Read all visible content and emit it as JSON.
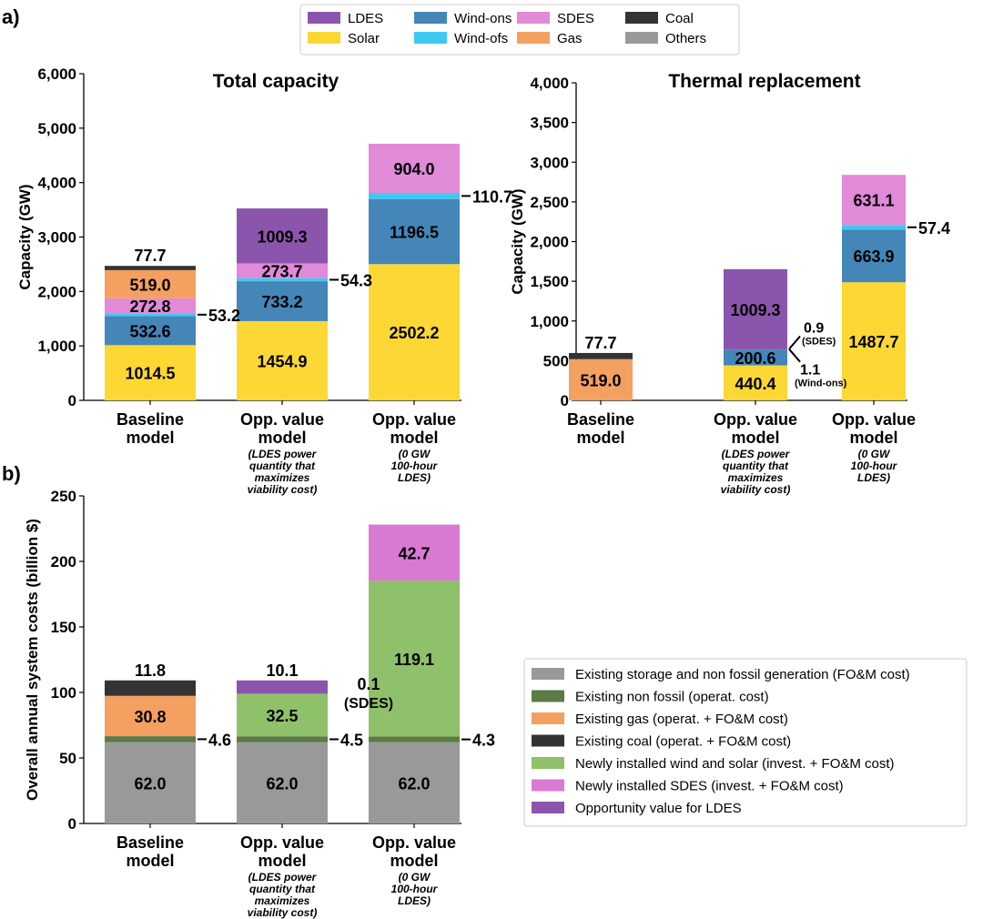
{
  "panel_labels": {
    "a": "a)",
    "b": "b)"
  },
  "legend_top": [
    {
      "name": "LDES",
      "color": "#8c55ad"
    },
    {
      "name": "Solar",
      "color": "#fdd835"
    },
    {
      "name": "Wind-ons",
      "color": "#4486b8"
    },
    {
      "name": "Wind-ofs",
      "color": "#3fc8f2"
    },
    {
      "name": "SDES",
      "color": "#e08ad8"
    },
    {
      "name": "Gas",
      "color": "#f4a060"
    },
    {
      "name": "Coal",
      "color": "#333333"
    },
    {
      "name": "Others",
      "color": "#999999"
    }
  ],
  "legend_bottom": [
    {
      "name": "Existing storage and non fossil generation (FO&M cost)",
      "color": "#999999"
    },
    {
      "name": "Existing non fossil (operat. cost)",
      "color": "#5b7a45"
    },
    {
      "name": "Existing gas (operat. + FO&M cost)",
      "color": "#f4a060"
    },
    {
      "name": "Existing coal (operat. + FO&M cost)",
      "color": "#333333"
    },
    {
      "name": "Newly installed wind and solar (invest. + FO&M cost)",
      "color": "#8fc06a"
    },
    {
      "name": "Newly installed SDES (invest. + FO&M cost)",
      "color": "#d97ad2"
    },
    {
      "name": "Opportunity value for LDES",
      "color": "#8c55ad"
    }
  ],
  "chart_data": [
    {
      "type": "bar",
      "stacked": true,
      "title": "Total capacity",
      "ylabel": "Capacity (GW)",
      "ylim": [
        0,
        6000
      ],
      "yticks": [
        0,
        1000,
        2000,
        3000,
        4000,
        5000,
        6000
      ],
      "ytick_labels": [
        "0",
        "1,000",
        "2,000",
        "3,000",
        "4,000",
        "5,000",
        "6,000"
      ],
      "categories": [
        "Baseline model",
        "Opp. value model",
        "Opp. value model"
      ],
      "category_lines": [
        [
          "Baseline",
          "model"
        ],
        [
          "Opp. value",
          "model"
        ],
        [
          "Opp. value",
          "model"
        ]
      ],
      "category_notes": [
        [],
        [
          "(LDES power",
          "quantity that",
          "maximizes",
          "viability cost)"
        ],
        [
          "(0 GW",
          "100-hour",
          "LDES)"
        ]
      ],
      "series": [
        {
          "name": "Solar",
          "color": "#fdd835",
          "values": [
            1014.5,
            1454.9,
            2502.2
          ],
          "labels": [
            "1014.5",
            "1454.9",
            "2502.2"
          ]
        },
        {
          "name": "Wind-ons",
          "color": "#4486b8",
          "values": [
            532.6,
            733.2,
            1196.5
          ],
          "labels": [
            "532.6",
            "733.2",
            "1196.5"
          ]
        },
        {
          "name": "Wind-ofs",
          "color": "#3fc8f2",
          "values": [
            53.2,
            54.3,
            110.7
          ],
          "labels": [
            "",
            "",
            ""
          ]
        },
        {
          "name": "SDES",
          "color": "#e08ad8",
          "values": [
            272.8,
            273.7,
            904.0
          ],
          "labels": [
            "272.8",
            "273.7",
            "904.0"
          ]
        },
        {
          "name": "Gas",
          "color": "#f4a060",
          "values": [
            519.0,
            0,
            0
          ],
          "labels": [
            "519.0",
            "",
            ""
          ]
        },
        {
          "name": "Coal",
          "color": "#333333",
          "values": [
            77.7,
            0,
            0
          ],
          "labels": [
            "",
            "",
            ""
          ]
        },
        {
          "name": "LDES",
          "color": "#8c55ad",
          "values": [
            0,
            1009.3,
            0
          ],
          "labels": [
            "",
            "1009.3",
            ""
          ]
        }
      ],
      "annotations": [
        {
          "text": "77.7",
          "bar": 0,
          "series": "Coal",
          "pos": "above"
        },
        {
          "text": "53.2",
          "bar": 0,
          "series": "Wind-ofs",
          "pos": "side"
        },
        {
          "text": "54.3",
          "bar": 1,
          "series": "Wind-ofs",
          "pos": "side"
        },
        {
          "text": "110.7",
          "bar": 2,
          "series": "Wind-ofs",
          "pos": "side"
        }
      ]
    },
    {
      "type": "bar",
      "stacked": true,
      "title": "Thermal replacement",
      "ylabel": "Capacity (GW)",
      "ylim": [
        0,
        4000
      ],
      "yticks": [
        0,
        500,
        1000,
        1500,
        2000,
        2500,
        3000,
        3500,
        4000
      ],
      "ytick_labels": [
        "0",
        "500",
        "1,000",
        "1,500",
        "2,000",
        "2,500",
        "3,000",
        "3,500",
        "4,000"
      ],
      "categories": [
        "Baseline model",
        "Opp. value model",
        "Opp. value model"
      ],
      "category_lines": [
        [
          "Baseline",
          "model"
        ],
        [
          "Opp. value",
          "model"
        ],
        [
          "Opp. value",
          "model"
        ]
      ],
      "category_notes": [
        [],
        [
          "(LDES power",
          "quantity that",
          "maximizes",
          "viability cost)"
        ],
        [
          "(0 GW",
          "100-hour",
          "LDES)"
        ]
      ],
      "series": [
        {
          "name": "Solar",
          "color": "#fdd835",
          "values": [
            0,
            440.4,
            1487.7
          ],
          "labels": [
            "",
            "440.4",
            "1487.7"
          ]
        },
        {
          "name": "Wind-ons",
          "color": "#4486b8",
          "values": [
            0,
            200.6,
            663.9
          ],
          "labels": [
            "",
            "200.6",
            "663.9"
          ]
        },
        {
          "name": "Wind-ofs",
          "color": "#3fc8f2",
          "values": [
            0,
            1.1,
            57.4
          ],
          "labels": [
            "",
            "",
            ""
          ]
        },
        {
          "name": "SDES",
          "color": "#e08ad8",
          "values": [
            0,
            0.9,
            631.1
          ],
          "labels": [
            "",
            "",
            "631.1"
          ]
        },
        {
          "name": "Gas",
          "color": "#f4a060",
          "values": [
            519.0,
            0,
            0
          ],
          "labels": [
            "519.0",
            "",
            ""
          ]
        },
        {
          "name": "Coal",
          "color": "#333333",
          "values": [
            77.7,
            0,
            0
          ],
          "labels": [
            "",
            "",
            ""
          ]
        },
        {
          "name": "LDES",
          "color": "#8c55ad",
          "values": [
            0,
            1009.3,
            0
          ],
          "labels": [
            "",
            "1009.3",
            ""
          ]
        }
      ],
      "annotations": [
        {
          "text": "77.7",
          "bar": 0,
          "series": "Coal",
          "pos": "above"
        },
        {
          "text": "57.4",
          "bar": 2,
          "series": "Wind-ofs",
          "pos": "side"
        },
        {
          "text": "0.9",
          "sub": "(SDES)",
          "bar": 1,
          "series": "SDES",
          "pos": "branch-up"
        },
        {
          "text": "1.1",
          "sub": "(Wind-ons)",
          "bar": 1,
          "series": "Wind-ofs",
          "pos": "branch-down"
        }
      ]
    },
    {
      "type": "bar",
      "stacked": true,
      "title": "",
      "ylabel": "Overall annual system costs (billion $)",
      "ylim": [
        0,
        250
      ],
      "yticks": [
        0,
        50,
        100,
        150,
        200,
        250
      ],
      "ytick_labels": [
        "0",
        "50",
        "100",
        "150",
        "200",
        "250"
      ],
      "categories": [
        "Baseline model",
        "Opp. value model",
        "Opp. value model"
      ],
      "category_lines": [
        [
          "Baseline",
          "model"
        ],
        [
          "Opp. value",
          "model"
        ],
        [
          "Opp. value",
          "model"
        ]
      ],
      "category_notes": [
        [],
        [
          "(LDES power",
          "quantity that",
          "maximizes",
          "viability cost)"
        ],
        [
          "(0 GW",
          "100-hour",
          "LDES)"
        ]
      ],
      "series": [
        {
          "name": "Existing storage and non fossil generation (FO&M cost)",
          "color": "#999999",
          "values": [
            62.0,
            62.0,
            62.0
          ],
          "labels": [
            "62.0",
            "62.0",
            "62.0"
          ]
        },
        {
          "name": "Existing non fossil (operat. cost)",
          "color": "#5b7a45",
          "values": [
            4.6,
            4.5,
            4.3
          ],
          "labels": [
            "",
            "",
            ""
          ]
        },
        {
          "name": "Existing gas (operat. + FO&M cost)",
          "color": "#f4a060",
          "values": [
            30.8,
            0,
            0
          ],
          "labels": [
            "30.8",
            "",
            ""
          ]
        },
        {
          "name": "Existing coal (operat. + FO&M cost)",
          "color": "#333333",
          "values": [
            11.8,
            0,
            0
          ],
          "labels": [
            "",
            "",
            ""
          ]
        },
        {
          "name": "Newly installed wind and solar (invest. + FO&M cost)",
          "color": "#8fc06a",
          "values": [
            0,
            32.5,
            119.1
          ],
          "labels": [
            "",
            "32.5",
            "119.1"
          ]
        },
        {
          "name": "Newly installed SDES (invest. + FO&M cost)",
          "color": "#d97ad2",
          "values": [
            0,
            0.1,
            42.7
          ],
          "labels": [
            "",
            "",
            "42.7"
          ]
        },
        {
          "name": "Opportunity value for LDES",
          "color": "#8c55ad",
          "values": [
            0,
            10.1,
            0
          ],
          "labels": [
            "",
            "",
            ""
          ]
        }
      ],
      "annotations": [
        {
          "text": "11.8",
          "bar": 0,
          "series": "Existing coal (operat. + FO&M cost)",
          "pos": "above"
        },
        {
          "text": "10.1",
          "bar": 1,
          "series": "Opportunity value for LDES",
          "pos": "above"
        },
        {
          "text": "4.6",
          "bar": 0,
          "series": "Existing non fossil (operat. cost)",
          "pos": "side"
        },
        {
          "text": "4.5",
          "bar": 1,
          "series": "Existing non fossil (operat. cost)",
          "pos": "side"
        },
        {
          "text": "4.3",
          "bar": 2,
          "series": "Existing non fossil (operat. cost)",
          "pos": "side"
        },
        {
          "text": "0.1",
          "sub": "(SDES)",
          "bar": 1,
          "series": "Newly installed SDES (invest. + FO&M cost)",
          "pos": "right-block"
        }
      ]
    }
  ]
}
